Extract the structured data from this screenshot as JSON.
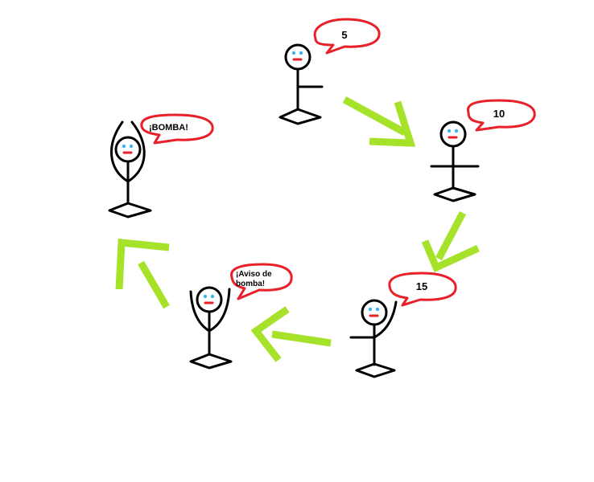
{
  "colors": {
    "background": "#ffffff",
    "stroke": "#000000",
    "bubble_outline": "#e8202a",
    "mouth": "#e8202a",
    "eyes": "#3cb4f0",
    "arrows": "#a6e22a"
  },
  "steps": [
    {
      "bubble_lines": [
        "5"
      ]
    },
    {
      "bubble_lines": [
        "10"
      ]
    },
    {
      "bubble_lines": [
        "15"
      ]
    },
    {
      "bubble_lines": [
        "¡Aviso de",
        "bomba!"
      ]
    },
    {
      "bubble_lines": [
        "¡BOMBA!"
      ]
    }
  ]
}
